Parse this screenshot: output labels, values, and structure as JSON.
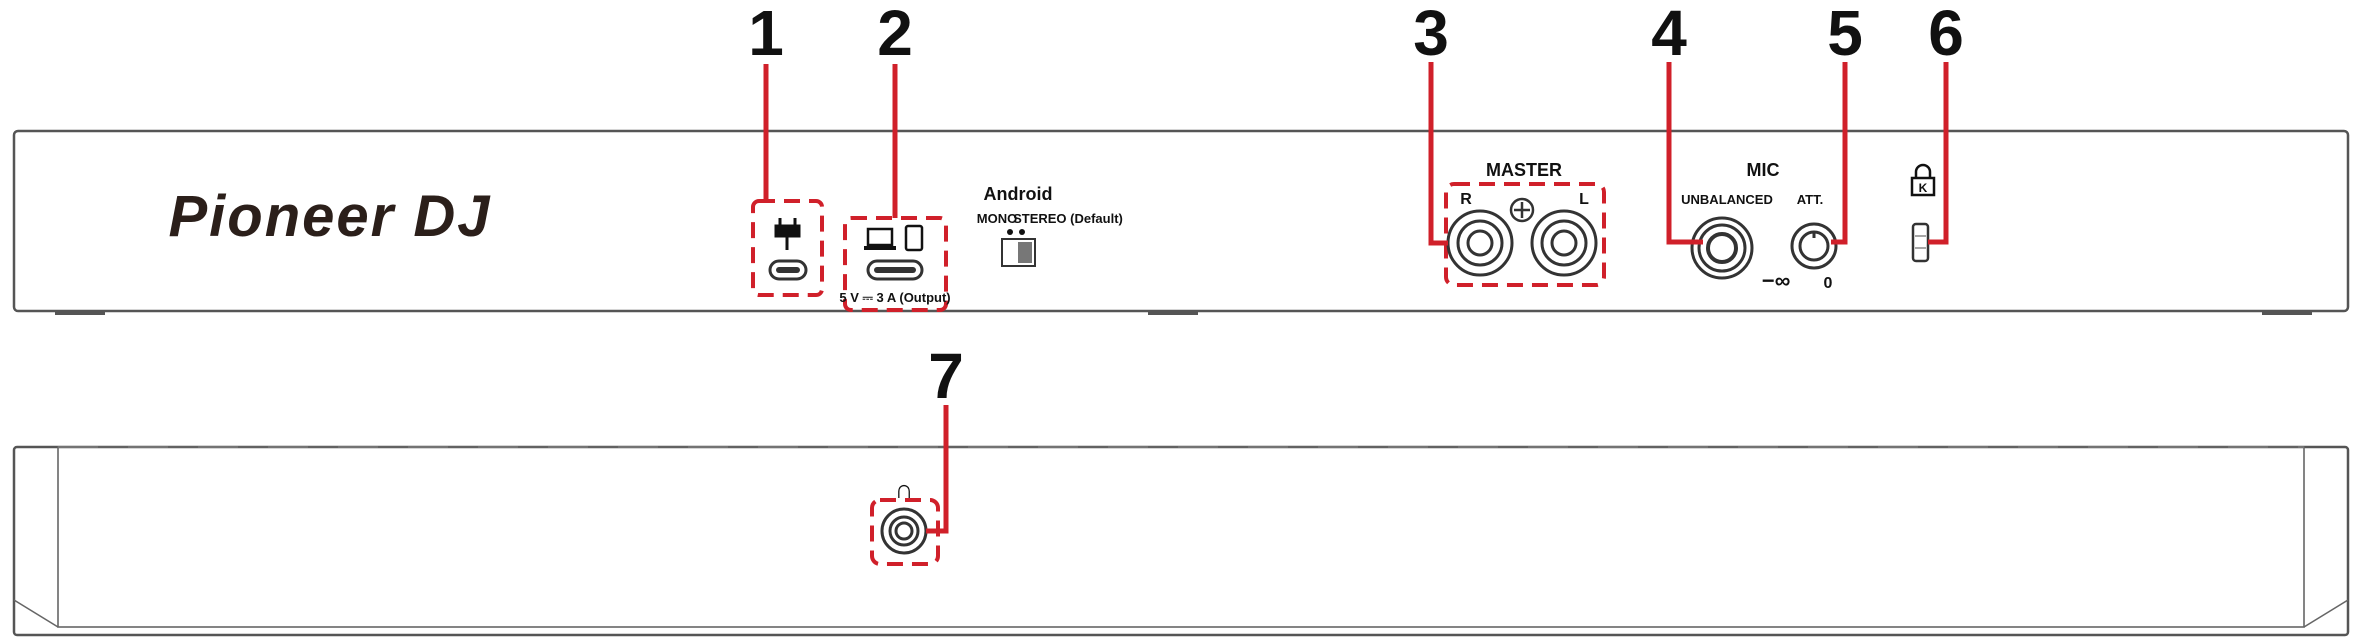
{
  "callouts": [
    "1",
    "2",
    "3",
    "4",
    "5",
    "6",
    "7"
  ],
  "brand": {
    "logo_text": "Pioneer DJ"
  },
  "rear_panel": {
    "android_label": "Android",
    "switch_mono": "MONO",
    "switch_stereo": "STEREO (Default)",
    "usb_output_label": "5 V ⎓ 3 A (Output)",
    "master_label": "MASTER",
    "master_r": "R",
    "master_l": "L",
    "mic_label": "MIC",
    "mic_unbalanced": "UNBALANCED",
    "mic_att": "ATT.",
    "att_min": "−∞",
    "att_max": "0"
  },
  "icons": {
    "power": "power-plug-icon",
    "laptop": "laptop-icon",
    "tablet": "tablet-icon",
    "lock": "kensington-lock-icon",
    "headphones": "headphones-icon"
  },
  "colors": {
    "callout": "#d0202a",
    "outline": "#555555",
    "text": "#111111"
  }
}
